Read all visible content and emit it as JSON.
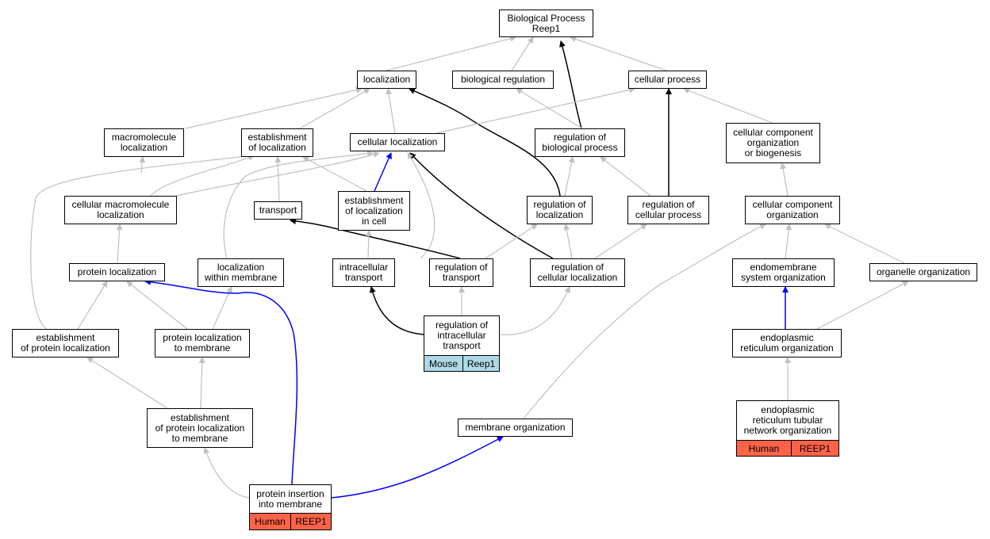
{
  "diagram": {
    "colors": {
      "regular": "#c0c0c0",
      "highlight_black": "#000000",
      "highlight_blue": "#0000ff",
      "human": "#ff6347",
      "mouse": "#add8e6"
    },
    "nodes": {
      "bp": "Biological Process\nReep1",
      "localization": "localization",
      "bioreg": "biological regulation",
      "cellproc": "cellular process",
      "macroloc": "macromolecule\nlocalization",
      "estabLoc": "establishment\nof localization",
      "cellLoc": "cellular localization",
      "regBio": "regulation of\nbiological process",
      "ccob": "cellular component\norganization\nor biogenesis",
      "cellMacro": "cellular macromolecule\nlocalization",
      "transport": "transport",
      "estabCell": "establishment\nof localization\nin cell",
      "regLoc": "regulation of\nlocalization",
      "regCellProc": "regulation of\ncellular process",
      "cco": "cellular component\norganization",
      "protLoc": "protein localization",
      "locMem": "localization\nwithin membrane",
      "intraTrans": "intracellular\ntransport",
      "regTrans": "regulation of\ntransport",
      "regCellLoc": "regulation of\ncellular localization",
      "endoSys": "endomembrane\nsystem organization",
      "organelle": "organelle organization",
      "estabProt": "establishment\nof protein localization",
      "protLocMem": "protein localization\nto membrane",
      "regIntra": "regulation of\nintracellular\ntransport",
      "erOrg": "endoplasmic\nreticulum organization",
      "estabProtMem": "establishment\nof protein localization\nto membrane",
      "memOrg": "membrane organization",
      "erTub": "endoplasmic\nreticulum tubular\nnetwork organization",
      "protIns": "protein insertion\ninto membrane"
    },
    "annotations": {
      "regIntra": {
        "species": "Mouse",
        "gene": "Reep1"
      },
      "erTub": {
        "species": "Human",
        "gene": "REEP1"
      },
      "protIns": {
        "species": "Human",
        "gene": "REEP1"
      }
    }
  }
}
